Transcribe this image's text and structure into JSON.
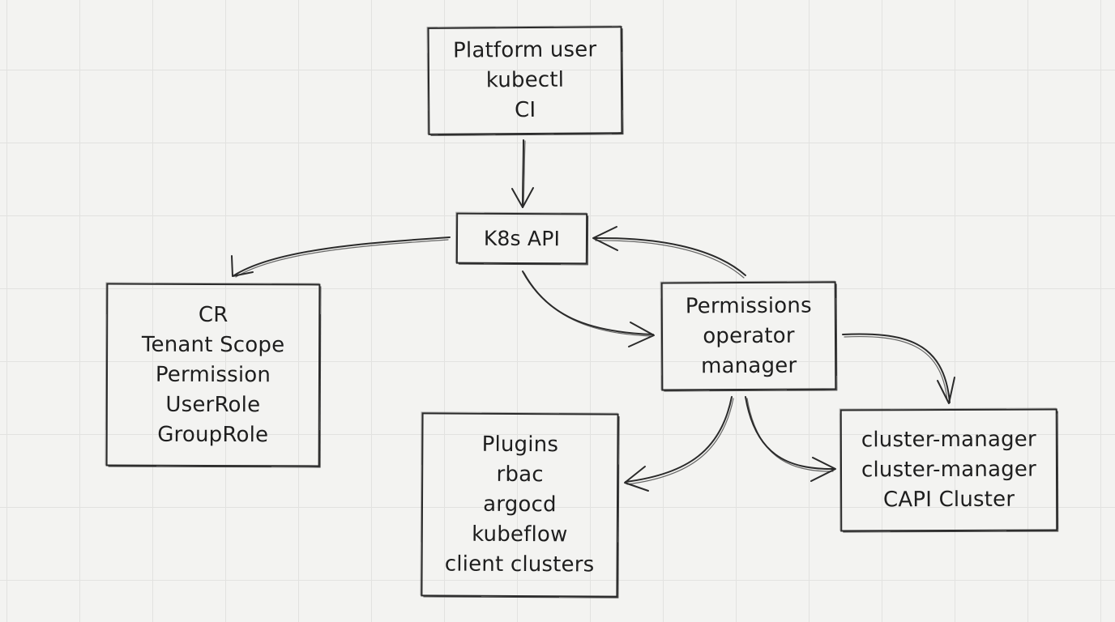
{
  "nodes": {
    "user": {
      "lines": [
        "Platform user",
        "kubectl",
        "CI"
      ]
    },
    "k8s": {
      "lines": [
        "K8s API"
      ]
    },
    "cr": {
      "lines": [
        "CR",
        "Tenant Scope",
        "Permission",
        "UserRole",
        "GroupRole"
      ]
    },
    "perm": {
      "lines": [
        "Permissions",
        "operator",
        "manager"
      ]
    },
    "plugins": {
      "lines": [
        "Plugins",
        "rbac",
        "argocd",
        "kubeflow",
        "client clusters"
      ]
    },
    "cluster": {
      "lines": [
        "cluster-manager",
        "cluster-manager",
        "CAPI Cluster"
      ]
    }
  },
  "edges": [
    {
      "from": "user",
      "to": "k8s"
    },
    {
      "from": "k8s",
      "to": "cr"
    },
    {
      "from": "k8s",
      "to": "perm"
    },
    {
      "from": "perm",
      "to": "k8s"
    },
    {
      "from": "perm",
      "to": "cluster"
    },
    {
      "from": "perm",
      "to": "plugins"
    },
    {
      "from": "perm",
      "to": "cluster"
    }
  ],
  "colors": {
    "ink": "#2a2a2a",
    "background": "#f3f3f1",
    "grid": "#e2e2e0"
  }
}
